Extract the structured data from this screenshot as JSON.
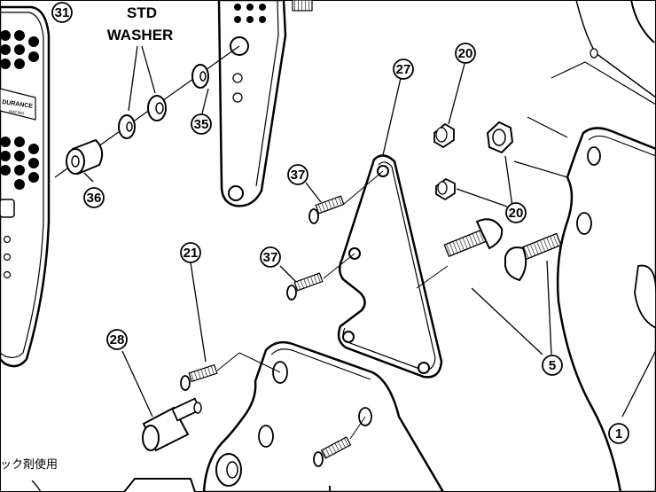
{
  "callouts": {
    "c31": "31",
    "c36": "36",
    "c35": "35",
    "c27": "27",
    "c20a": "20",
    "c20b": "20",
    "c37a": "37",
    "c37b": "37",
    "c21": "21",
    "c28": "28",
    "c5": "5",
    "c1": "1"
  },
  "labels": {
    "std": "STD",
    "washer": "WASHER",
    "jp_note": "ック剤使用",
    "brand_top": "DURANCE",
    "brand_bottom": "RACING"
  }
}
